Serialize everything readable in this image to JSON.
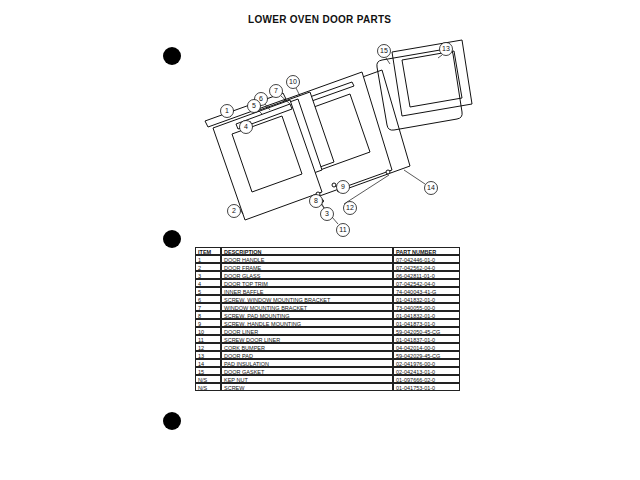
{
  "diagram": {
    "title": "LOWER OVEN DOOR PARTS",
    "labels": [
      "15",
      "13",
      "10",
      "7",
      "6",
      "1",
      "5",
      "4",
      "14",
      "9",
      "12",
      "8",
      "3",
      "2",
      "11",
      "ITEM",
      "DESCRIPTION",
      "PART NUMBER",
      "1",
      "DOOR HANDLE",
      "07-042446-01-0",
      "2",
      "DOOR FRAME",
      "07-042562-04-0",
      "3",
      "DOOR GLASS",
      "06-042811-01-0",
      "4",
      "DOOR TOP TRIM",
      "07-042542-04-0",
      "5",
      "INNER BAFFLE",
      "74-040043-41-G",
      "6",
      "SCREW, WINDOW MOUNTING BRACKET",
      "01-041832-01-0",
      "7",
      "WINDOW MOUNTING BRACKET",
      "73-040055-00-0",
      "8",
      "SCREW, PAD MOUNTING",
      "01-041832-01-0",
      "9",
      "SCREW, HANDLE MOUNTING",
      "01-041873-01-0",
      "10",
      "DOOR LINER",
      "59-042050-45-CG",
      "11",
      "SCREW DOOR LINER",
      "01-041837-01-0",
      "12",
      "CORK BUMPER",
      "04-042014-00-0",
      "13",
      "DOOR PAD",
      "59-042029-45-CG",
      "14",
      "PAD INSULATION",
      "02-041976-00-0",
      "15",
      "DOOR GASKET",
      "02-042413-01-0",
      "N/S",
      "KEP NUT",
      "01-097666-02-0",
      "N/S",
      "SCREW",
      "01-041753-01-0"
    ]
  }
}
